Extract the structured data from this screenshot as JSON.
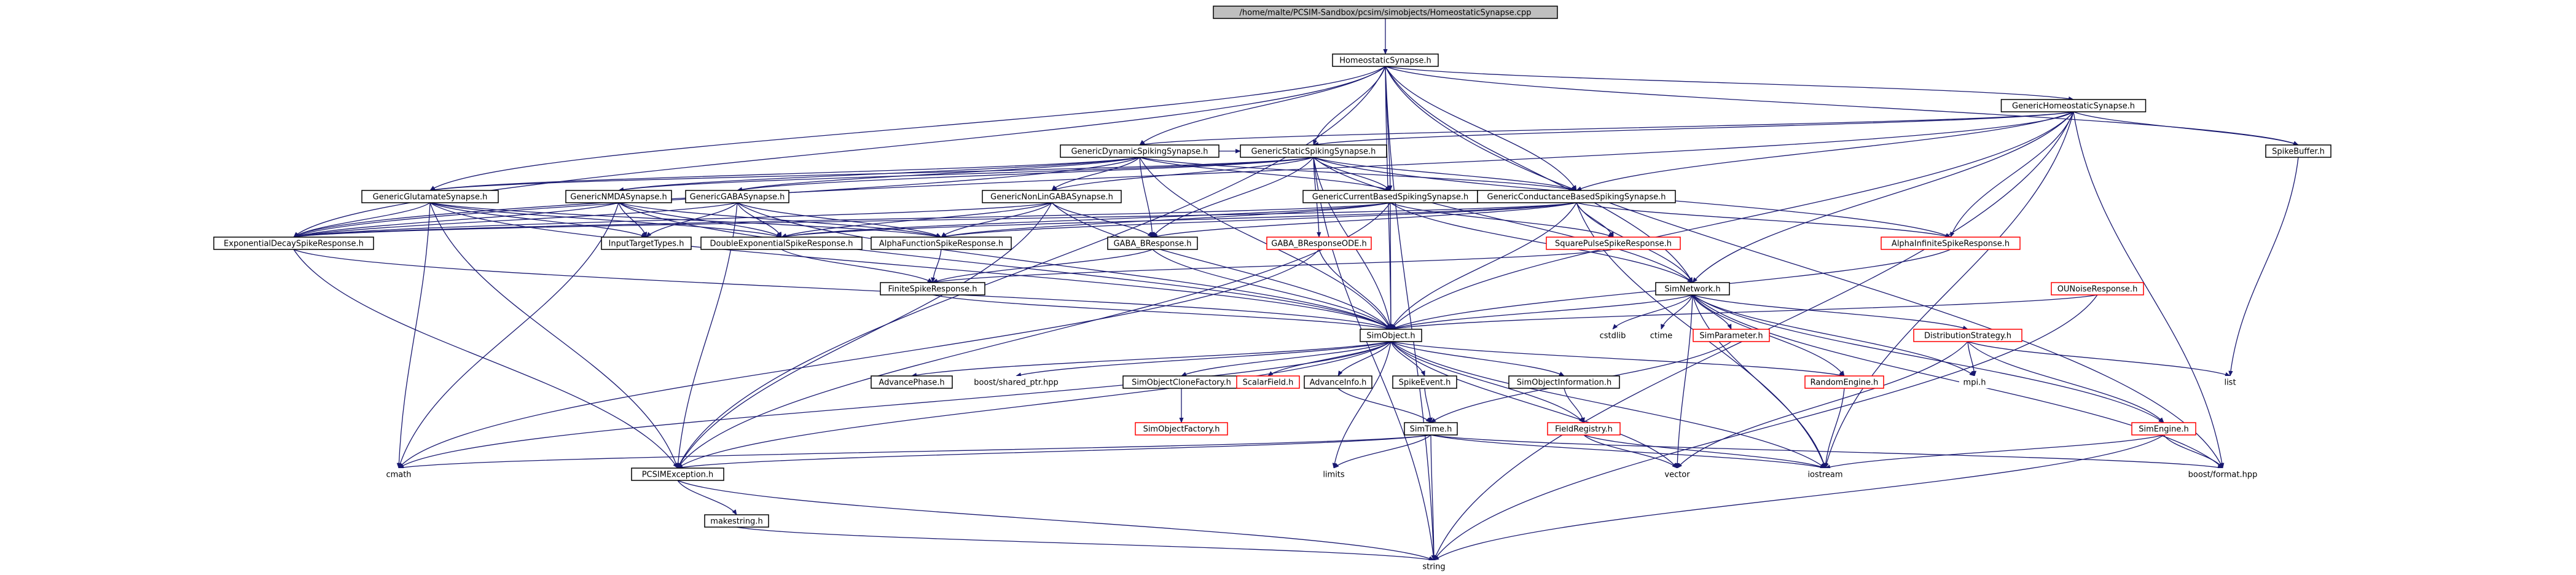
{
  "root": "/home/malte/PCSIM-Sandbox/pcsim/simobjects/HomeostaticSynapse.cpp",
  "nodes": [
    {
      "id": "root",
      "label": "/home/malte/PCSIM-Sandbox/pcsim/simobjects/HomeostaticSynapse.cpp",
      "style": "root"
    },
    {
      "id": "HomeostaticSynapse",
      "label": "HomeostaticSynapse.h",
      "style": "normal"
    },
    {
      "id": "GenericHomeostaticSynapse",
      "label": "GenericHomeostaticSynapse.h",
      "style": "normal"
    },
    {
      "id": "GenericDynamicSpikingSynapse",
      "label": "GenericDynamicSpikingSynapse.h",
      "style": "normal"
    },
    {
      "id": "GenericStaticSpikingSynapse",
      "label": "GenericStaticSpikingSynapse.h",
      "style": "normal"
    },
    {
      "id": "SpikeBuffer",
      "label": "SpikeBuffer.h",
      "style": "normal"
    },
    {
      "id": "GenericGlutamateSynapse",
      "label": "GenericGlutamateSynapse.h",
      "style": "normal"
    },
    {
      "id": "GenericNMDASynapse",
      "label": "GenericNMDASynapse.h",
      "style": "normal"
    },
    {
      "id": "GenericGABASynapse",
      "label": "GenericGABASynapse.h",
      "style": "normal"
    },
    {
      "id": "GenericNonLinGABASynapse",
      "label": "GenericNonLinGABASynapse.h",
      "style": "normal"
    },
    {
      "id": "GenericCurrentBasedSpikingSynapse",
      "label": "GenericCurrentBasedSpikingSynapse.h",
      "style": "normal"
    },
    {
      "id": "GenericConductanceBasedSpikingSynapse",
      "label": "GenericConductanceBasedSpikingSynapse.h",
      "style": "normal"
    },
    {
      "id": "ExponentialDecaySpikeResponse",
      "label": "ExponentialDecaySpikeResponse.h",
      "style": "normal"
    },
    {
      "id": "InputTargetTypes",
      "label": "InputTargetTypes.h",
      "style": "normal"
    },
    {
      "id": "DoubleExponentialSpikeResponse",
      "label": "DoubleExponentialSpikeResponse.h",
      "style": "normal"
    },
    {
      "id": "AlphaFunctionSpikeResponse",
      "label": "AlphaFunctionSpikeResponse.h",
      "style": "normal"
    },
    {
      "id": "GABA_BResponse",
      "label": "GABA_BResponse.h",
      "style": "normal"
    },
    {
      "id": "GABA_BResponseODE",
      "label": "GABA_BResponseODE.h",
      "style": "red"
    },
    {
      "id": "SquarePulseSpikeResponse",
      "label": "SquarePulseSpikeResponse.h",
      "style": "red"
    },
    {
      "id": "AlphaInfiniteSpikeResponse",
      "label": "AlphaInfiniteSpikeResponse.h",
      "style": "red"
    },
    {
      "id": "FiniteSpikeResponse",
      "label": "FiniteSpikeResponse.h",
      "style": "normal"
    },
    {
      "id": "SimNetwork",
      "label": "SimNetwork.h",
      "style": "normal"
    },
    {
      "id": "OUNoiseResponse",
      "label": "OUNoiseResponse.h",
      "style": "red"
    },
    {
      "id": "SimObject",
      "label": "SimObject.h",
      "style": "normal"
    },
    {
      "id": "cstdlib",
      "label": "cstdlib",
      "style": "plain"
    },
    {
      "id": "ctime",
      "label": "ctime",
      "style": "plain"
    },
    {
      "id": "SimParameter",
      "label": "SimParameter.h",
      "style": "red"
    },
    {
      "id": "DistributionStrategy",
      "label": "DistributionStrategy.h",
      "style": "red"
    },
    {
      "id": "AdvancePhase",
      "label": "AdvancePhase.h",
      "style": "normal"
    },
    {
      "id": "boost_shared_ptr",
      "label": "boost/shared_ptr.hpp",
      "style": "plain"
    },
    {
      "id": "SimObjectCloneFactory",
      "label": "SimObjectCloneFactory.h",
      "style": "normal"
    },
    {
      "id": "ScalarField",
      "label": "ScalarField.h",
      "style": "red"
    },
    {
      "id": "AdvanceInfo",
      "label": "AdvanceInfo.h",
      "style": "normal"
    },
    {
      "id": "SpikeEvent",
      "label": "SpikeEvent.h",
      "style": "normal"
    },
    {
      "id": "SimObjectInformation",
      "label": "SimObjectInformation.h",
      "style": "normal"
    },
    {
      "id": "RandomEngine",
      "label": "RandomEngine.h",
      "style": "red"
    },
    {
      "id": "mpi",
      "label": "mpi.h",
      "style": "plain"
    },
    {
      "id": "list",
      "label": "list",
      "style": "plain"
    },
    {
      "id": "SimObjectFactory",
      "label": "SimObjectFactory.h",
      "style": "red"
    },
    {
      "id": "FieldRegistry",
      "label": "FieldRegistry.h",
      "style": "red"
    },
    {
      "id": "SimTime",
      "label": "SimTime.h",
      "style": "normal"
    },
    {
      "id": "SimEngine",
      "label": "SimEngine.h",
      "style": "red"
    },
    {
      "id": "cmath",
      "label": "cmath",
      "style": "plain"
    },
    {
      "id": "PCSIMException",
      "label": "PCSIMException.h",
      "style": "normal"
    },
    {
      "id": "limits",
      "label": "limits",
      "style": "plain"
    },
    {
      "id": "vector",
      "label": "vector",
      "style": "plain"
    },
    {
      "id": "iostream",
      "label": "iostream",
      "style": "plain"
    },
    {
      "id": "boost_format",
      "label": "boost/format.hpp",
      "style": "plain"
    },
    {
      "id": "makestring",
      "label": "makestring.h",
      "style": "normal"
    },
    {
      "id": "string",
      "label": "string",
      "style": "plain"
    }
  ],
  "edges": [
    [
      "root",
      "HomeostaticSynapse"
    ],
    [
      "HomeostaticSynapse",
      "GenericHomeostaticSynapse"
    ],
    [
      "HomeostaticSynapse",
      "GenericDynamicSpikingSynapse"
    ],
    [
      "HomeostaticSynapse",
      "GenericStaticSpikingSynapse"
    ],
    [
      "HomeostaticSynapse",
      "SpikeBuffer"
    ],
    [
      "HomeostaticSynapse",
      "GenericCurrentBasedSpikingSynapse"
    ],
    [
      "HomeostaticSynapse",
      "GenericConductanceBasedSpikingSynapse"
    ],
    [
      "HomeostaticSynapse",
      "GenericGlutamateSynapse"
    ],
    [
      "HomeostaticSynapse",
      "ExponentialDecaySpikeResponse"
    ],
    [
      "HomeostaticSynapse",
      "SimNetwork"
    ],
    [
      "HomeostaticSynapse",
      "SimObject"
    ],
    [
      "HomeostaticSynapse",
      "PCSIMException"
    ],
    [
      "HomeostaticSynapse",
      "boost_format"
    ],
    [
      "HomeostaticSynapse",
      "string"
    ],
    [
      "GenericHomeostaticSynapse",
      "GenericDynamicSpikingSynapse"
    ],
    [
      "GenericHomeostaticSynapse",
      "GenericStaticSpikingSynapse"
    ],
    [
      "GenericHomeostaticSynapse",
      "GenericConductanceBasedSpikingSynapse"
    ],
    [
      "GenericHomeostaticSynapse",
      "SpikeBuffer"
    ],
    [
      "GenericHomeostaticSynapse",
      "AlphaInfiniteSpikeResponse"
    ],
    [
      "GenericHomeostaticSynapse",
      "SimNetwork"
    ],
    [
      "GenericHomeostaticSynapse",
      "SimObject"
    ],
    [
      "GenericHomeostaticSynapse",
      "iostream"
    ],
    [
      "GenericHomeostaticSynapse",
      "boost_format"
    ],
    [
      "GenericHomeostaticSynapse",
      "string"
    ],
    [
      "GenericHomeostaticSynapse",
      "ExponentialDecaySpikeResponse"
    ],
    [
      "GenericDynamicSpikingSynapse",
      "GenericStaticSpikingSynapse"
    ],
    [
      "GenericDynamicSpikingSynapse",
      "GenericGlutamateSynapse"
    ],
    [
      "GenericDynamicSpikingSynapse",
      "GenericNMDASynapse"
    ],
    [
      "GenericDynamicSpikingSynapse",
      "GenericGABASynapse"
    ],
    [
      "GenericDynamicSpikingSynapse",
      "GenericNonLinGABASynapse"
    ],
    [
      "GenericDynamicSpikingSynapse",
      "GenericCurrentBasedSpikingSynapse"
    ],
    [
      "GenericDynamicSpikingSynapse",
      "GenericConductanceBasedSpikingSynapse"
    ],
    [
      "GenericDynamicSpikingSynapse",
      "ExponentialDecaySpikeResponse"
    ],
    [
      "GenericDynamicSpikingSynapse",
      "GABA_BResponse"
    ],
    [
      "GenericDynamicSpikingSynapse",
      "SimObject"
    ],
    [
      "GenericStaticSpikingSynapse",
      "GenericGlutamateSynapse"
    ],
    [
      "GenericStaticSpikingSynapse",
      "GenericNMDASynapse"
    ],
    [
      "GenericStaticSpikingSynapse",
      "GenericGABASynapse"
    ],
    [
      "GenericStaticSpikingSynapse",
      "GenericNonLinGABASynapse"
    ],
    [
      "GenericStaticSpikingSynapse",
      "GenericCurrentBasedSpikingSynapse"
    ],
    [
      "GenericStaticSpikingSynapse",
      "GenericConductanceBasedSpikingSynapse"
    ],
    [
      "GenericStaticSpikingSynapse",
      "GABA_BResponse"
    ],
    [
      "GenericStaticSpikingSynapse",
      "GABA_BResponseODE"
    ],
    [
      "GenericStaticSpikingSynapse",
      "AlphaInfiniteSpikeResponse"
    ],
    [
      "GenericStaticSpikingSynapse",
      "SimObject"
    ],
    [
      "GenericStaticSpikingSynapse",
      "SimNetwork"
    ],
    [
      "GenericStaticSpikingSynapse",
      "string"
    ],
    [
      "SpikeBuffer",
      "list"
    ],
    [
      "GenericGlutamateSynapse",
      "ExponentialDecaySpikeResponse"
    ],
    [
      "GenericGlutamateSynapse",
      "InputTargetTypes"
    ],
    [
      "GenericGlutamateSynapse",
      "DoubleExponentialSpikeResponse"
    ],
    [
      "GenericGlutamateSynapse",
      "AlphaFunctionSpikeResponse"
    ],
    [
      "GenericGlutamateSynapse",
      "SimObject"
    ],
    [
      "GenericGlutamateSynapse",
      "cmath"
    ],
    [
      "GenericGlutamateSynapse",
      "PCSIMException"
    ],
    [
      "GenericNMDASynapse",
      "ExponentialDecaySpikeResponse"
    ],
    [
      "GenericNMDASynapse",
      "InputTargetTypes"
    ],
    [
      "GenericNMDASynapse",
      "DoubleExponentialSpikeResponse"
    ],
    [
      "GenericNMDASynapse",
      "AlphaFunctionSpikeResponse"
    ],
    [
      "GenericNMDASynapse",
      "SimObject"
    ],
    [
      "GenericNMDASynapse",
      "cmath"
    ],
    [
      "GenericGABASynapse",
      "ExponentialDecaySpikeResponse"
    ],
    [
      "GenericGABASynapse",
      "InputTargetTypes"
    ],
    [
      "GenericGABASynapse",
      "DoubleExponentialSpikeResponse"
    ],
    [
      "GenericGABASynapse",
      "AlphaFunctionSpikeResponse"
    ],
    [
      "GenericGABASynapse",
      "SimObject"
    ],
    [
      "GenericGABASynapse",
      "PCSIMException"
    ],
    [
      "GenericNonLinGABASynapse",
      "GABA_BResponse"
    ],
    [
      "GenericNonLinGABASynapse",
      "AlphaFunctionSpikeResponse"
    ],
    [
      "GenericNonLinGABASynapse",
      "DoubleExponentialSpikeResponse"
    ],
    [
      "GenericNonLinGABASynapse",
      "ExponentialDecaySpikeResponse"
    ],
    [
      "GenericNonLinGABASynapse",
      "SimObject"
    ],
    [
      "GenericNonLinGABASynapse",
      "PCSIMException"
    ],
    [
      "GenericCurrentBasedSpikingSynapse",
      "ExponentialDecaySpikeResponse"
    ],
    [
      "GenericCurrentBasedSpikingSynapse",
      "AlphaFunctionSpikeResponse"
    ],
    [
      "GenericCurrentBasedSpikingSynapse",
      "DoubleExponentialSpikeResponse"
    ],
    [
      "GenericCurrentBasedSpikingSynapse",
      "SquarePulseSpikeResponse"
    ],
    [
      "GenericCurrentBasedSpikingSynapse",
      "SimObject"
    ],
    [
      "GenericCurrentBasedSpikingSynapse",
      "SimNetwork"
    ],
    [
      "GenericCurrentBasedSpikingSynapse",
      "PCSIMException"
    ],
    [
      "GenericConductanceBasedSpikingSynapse",
      "ExponentialDecaySpikeResponse"
    ],
    [
      "GenericConductanceBasedSpikingSynapse",
      "AlphaFunctionSpikeResponse"
    ],
    [
      "GenericConductanceBasedSpikingSynapse",
      "DoubleExponentialSpikeResponse"
    ],
    [
      "GenericConductanceBasedSpikingSynapse",
      "SquarePulseSpikeResponse"
    ],
    [
      "GenericConductanceBasedSpikingSynapse",
      "AlphaInfiniteSpikeResponse"
    ],
    [
      "GenericConductanceBasedSpikingSynapse",
      "GABA_BResponse"
    ],
    [
      "GenericConductanceBasedSpikingSynapse",
      "SimObject"
    ],
    [
      "GenericConductanceBasedSpikingSynapse",
      "SimNetwork"
    ],
    [
      "GenericConductanceBasedSpikingSynapse",
      "iostream"
    ],
    [
      "ExponentialDecaySpikeResponse",
      "SimObject"
    ],
    [
      "ExponentialDecaySpikeResponse",
      "PCSIMException"
    ],
    [
      "DoubleExponentialSpikeResponse",
      "FiniteSpikeResponse"
    ],
    [
      "AlphaFunctionSpikeResponse",
      "FiniteSpikeResponse"
    ],
    [
      "GABA_BResponse",
      "FiniteSpikeResponse"
    ],
    [
      "GABA_BResponse",
      "SimObject"
    ],
    [
      "GABA_BResponseODE",
      "SimObject"
    ],
    [
      "GABA_BResponseODE",
      "cmath"
    ],
    [
      "SquarePulseSpikeResponse",
      "FiniteSpikeResponse"
    ],
    [
      "AlphaInfiniteSpikeResponse",
      "SimObject"
    ],
    [
      "FiniteSpikeResponse",
      "SimObject"
    ],
    [
      "SimNetwork",
      "SimObject"
    ],
    [
      "SimNetwork",
      "cstdlib"
    ],
    [
      "SimNetwork",
      "ctime"
    ],
    [
      "SimNetwork",
      "SimParameter"
    ],
    [
      "SimNetwork",
      "DistributionStrategy"
    ],
    [
      "SimNetwork",
      "RandomEngine"
    ],
    [
      "SimNetwork",
      "mpi"
    ],
    [
      "SimNetwork",
      "SimEngine"
    ],
    [
      "SimNetwork",
      "vector"
    ],
    [
      "SimNetwork",
      "iostream"
    ],
    [
      "SimNetwork",
      "boost_format"
    ],
    [
      "OUNoiseResponse",
      "SimObject"
    ],
    [
      "OUNoiseResponse",
      "string"
    ],
    [
      "SimObject",
      "AdvancePhase"
    ],
    [
      "SimObject",
      "boost_shared_ptr"
    ],
    [
      "SimObject",
      "SimObjectCloneFactory"
    ],
    [
      "SimObject",
      "ScalarField"
    ],
    [
      "SimObject",
      "AdvanceInfo"
    ],
    [
      "SimObject",
      "SpikeEvent"
    ],
    [
      "SimObject",
      "SimObjectInformation"
    ],
    [
      "SimObject",
      "FieldRegistry"
    ],
    [
      "SimObject",
      "PCSIMException"
    ],
    [
      "SimObject",
      "limits"
    ],
    [
      "SimObject",
      "vector"
    ],
    [
      "SimObject",
      "iostream"
    ],
    [
      "SimObject",
      "RandomEngine"
    ],
    [
      "SimObject",
      "cmath"
    ],
    [
      "SimParameter",
      "SimTime"
    ],
    [
      "DistributionStrategy",
      "mpi"
    ],
    [
      "DistributionStrategy",
      "list"
    ],
    [
      "DistributionStrategy",
      "SimEngine"
    ],
    [
      "DistributionStrategy",
      "vector"
    ],
    [
      "SimObjectCloneFactory",
      "SimObjectFactory"
    ],
    [
      "AdvanceInfo",
      "SimTime"
    ],
    [
      "SpikeEvent",
      "SimTime"
    ],
    [
      "SimObjectInformation",
      "FieldRegistry"
    ],
    [
      "FieldRegistry",
      "vector"
    ],
    [
      "FieldRegistry",
      "iostream"
    ],
    [
      "RandomEngine",
      "iostream"
    ],
    [
      "SimTime",
      "PCSIMException"
    ],
    [
      "SimTime",
      "limits"
    ],
    [
      "SimTime",
      "cmath"
    ],
    [
      "SimTime",
      "iostream"
    ],
    [
      "SimTime",
      "boost_format"
    ],
    [
      "SimTime",
      "string"
    ],
    [
      "SimEngine",
      "iostream"
    ],
    [
      "SimEngine",
      "boost_format"
    ],
    [
      "SimEngine",
      "string"
    ],
    [
      "PCSIMException",
      "makestring"
    ],
    [
      "PCSIMException",
      "string"
    ],
    [
      "makestring",
      "string"
    ]
  ],
  "colors": {
    "edge": "#191970",
    "node_border": "#000000",
    "red_border": "#ff0000",
    "root_fill": "#bfbfbf",
    "node_fill": "#ffffff",
    "text": "#000000"
  }
}
